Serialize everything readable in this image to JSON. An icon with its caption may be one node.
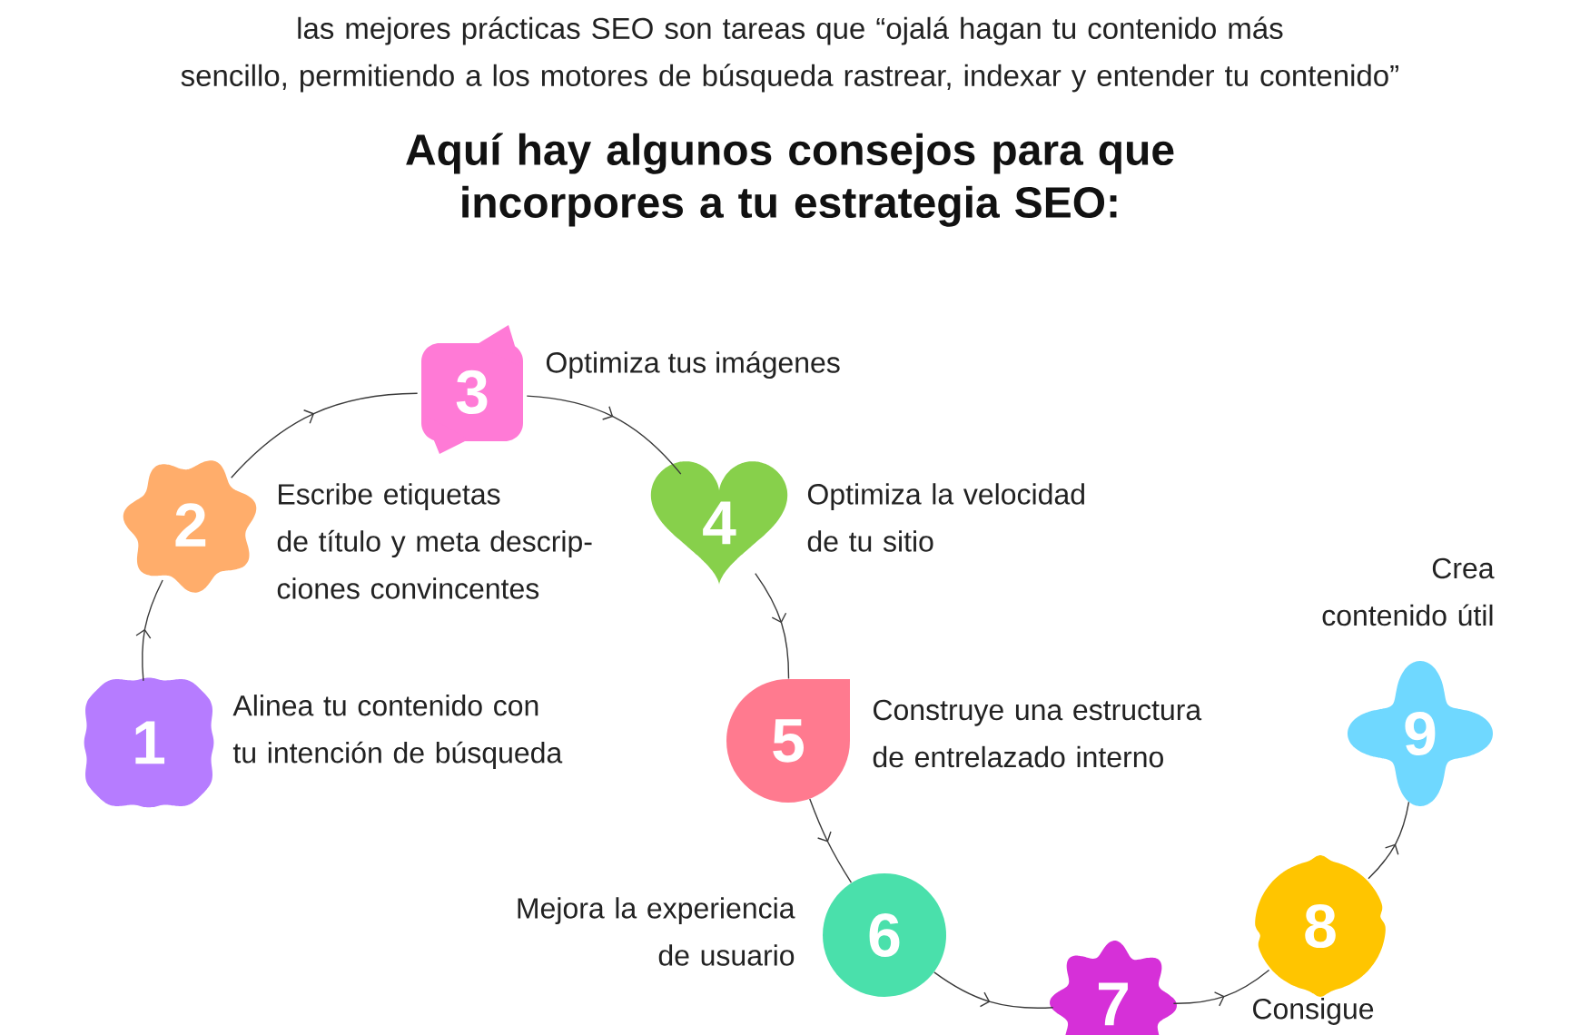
{
  "diagram": {
    "title": "Aquí hay algunos consejos para que incorpores a tu estrategia SEO:",
    "nodes": [
      {
        "text": [
          "1"
        ],
        "beside": [
          "Alinea tu contenido con tu intención de búsqueda"
        ]
      },
      {
        "text": [
          "2"
        ],
        "beside": [
          "Escribe etiquetas de título y meta descrip- ciones convincentes"
        ]
      },
      {
        "text": [
          "3"
        ],
        "beside": [
          "Optimiza tus imágenes"
        ]
      },
      {
        "text": [
          "4"
        ],
        "beside": [
          "Optimiza la velocidad de tu sitio"
        ]
      },
      {
        "text": [
          "5"
        ],
        "beside": [
          "Construye una estructura de entrelazado interno"
        ]
      },
      {
        "text": [
          "6"
        ],
        "beside": [
          "Mejora la experiencia de usuario"
        ]
      },
      {
        "text": [
          "7"
        ]
      },
      {
        "text": [
          "8"
        ],
        "beside": [
          "Consigue"
        ]
      },
      {
        "text": [
          "9"
        ],
        "beside": [
          "Crea contenido útil"
        ]
      }
    ],
    "edges": [
      {
        "from": 0,
        "to": 1,
        "arrow": "to"
      },
      {
        "from": 1,
        "to": 2,
        "arrow": "to"
      },
      {
        "from": 2,
        "to": 3,
        "arrow": "to"
      },
      {
        "from": 3,
        "to": 4,
        "arrow": "to"
      },
      {
        "from": 4,
        "to": 5,
        "arrow": "to"
      },
      {
        "from": 5,
        "to": 6,
        "arrow": "to"
      },
      {
        "from": 6,
        "to": 7,
        "arrow": "to"
      },
      {
        "from": 7,
        "to": 8,
        "arrow": "to"
      }
    ],
    "labels": [
      "las mejores prácticas SEO son tareas que “ojalá hagan tu contenido más sencillo, permitiendo a los motores de búsqueda rastrear, indexar y entender tu contenido”"
    ]
  }
}
